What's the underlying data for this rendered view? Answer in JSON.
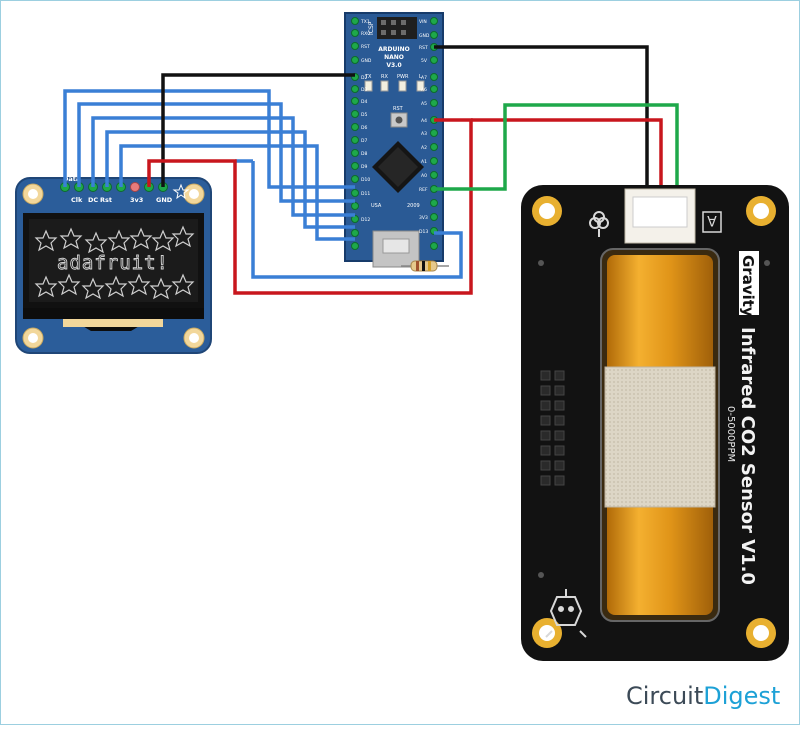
{
  "oled": {
    "pin_labels": [
      "Data",
      "Clk",
      "DC",
      "Rst",
      "3v3",
      "GND"
    ],
    "screen_text": "adafruit!"
  },
  "arduino": {
    "title_line1": "ARDUINO",
    "title_line2": "NANO",
    "title_line3": "V3.0",
    "icsp_label": "ICSP",
    "reset_label": "RST",
    "usa_label": "USA",
    "year_label": "2009",
    "led_labels": [
      "TX",
      "RX",
      "PWR",
      "L"
    ],
    "right_pins": [
      "VIN",
      "GND",
      "RST",
      "5V",
      "A7",
      "A6",
      "A5",
      "A4",
      "A3",
      "A2",
      "A1",
      "A0",
      "REF",
      "3V3",
      "D13"
    ],
    "left_pins": [
      "TX1",
      "RX0",
      "RST",
      "GND",
      "D2",
      "D3",
      "D4",
      "D5",
      "D6",
      "D7",
      "D8",
      "D9",
      "D10",
      "D11",
      "D12"
    ]
  },
  "sensor": {
    "brand": "Gravity",
    "title": "Infrared CO2 Sensor V1.0",
    "range": "0-5000PPM"
  },
  "logo": {
    "part1": "Circuit",
    "part2": "Digest"
  },
  "colors": {
    "wire_blue": "#3a7fd5",
    "wire_red": "#c8161d",
    "wire_black": "#111111",
    "wire_green": "#1ea84a",
    "board_blue": "#2a5a95",
    "oled_blue": "#2b5d9a",
    "sensor_body": "#121212",
    "sensor_gold": "#e59a1a"
  }
}
